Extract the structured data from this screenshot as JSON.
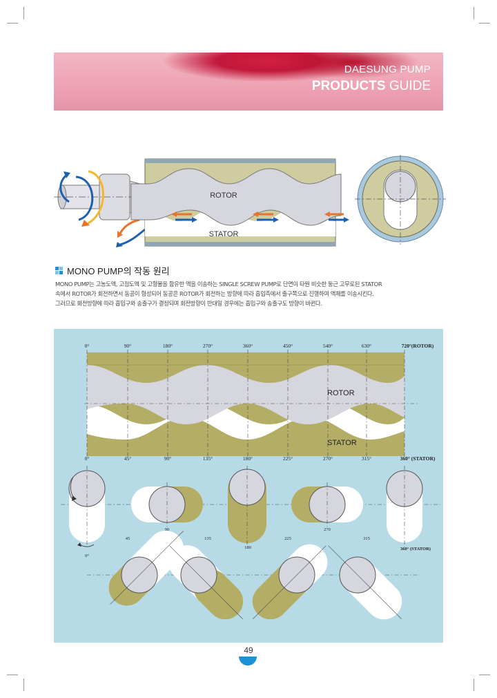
{
  "header": {
    "brand": "DAESUNG PUMP",
    "guide_bold": "PRODUCTS",
    "guide_rest": "GUIDE"
  },
  "top_diagram": {
    "rotor_label": "ROTOR",
    "stator_label": "STATOR"
  },
  "section": {
    "title": "MONO PUMP의 작동 원리",
    "paragraph": [
      "MONO PUMP는 고농도액, 고점도액 및 고형물을 함유한 액을 이송하는 SINGLE SCREW PUMP로 단면이 타원 비슷한 둥근 고무로된 STATOR",
      "속에서 ROTOR가 회전하면서 동공이 형성되어 동공은 ROTOR가 회전하는 방향에 따라 흡입측에서 출구쪽으로 진행하여 액체를 이송시킨다.",
      "그러므로 회전방향에 따라 흡입구와 송출구가 결정되며 회전방향이 반대일 경우에는 흡입구와 송출구도 방향이 바뀐다."
    ]
  },
  "angle_diagram": {
    "rotor_angles": [
      "0°",
      "90°",
      "180°",
      "270°",
      "360°",
      "450°",
      "540°",
      "630°",
      "720°(ROTOR)"
    ],
    "stator_angles": [
      "0°",
      "45°",
      "90°",
      "135°",
      "180°",
      "225°",
      "270°",
      "315°",
      "360° (STATOR)"
    ],
    "rotor_label": "ROTOR",
    "stator_label": "STATOR",
    "row1_labels": [
      "90",
      "270"
    ],
    "row1_zero": "0°",
    "row2_labels": [
      "45",
      "135",
      "180",
      "225",
      "315",
      "360° (STATOR)"
    ]
  },
  "footer": {
    "page_number": "49"
  },
  "colors": {
    "stator": "#b3ad66",
    "rotor": "#d6d6de",
    "background_panel": "#b7dbe6",
    "banner": "#eea4b5",
    "arrow_blue": "#1f5fb0",
    "arrow_orange": "#e8732a"
  }
}
